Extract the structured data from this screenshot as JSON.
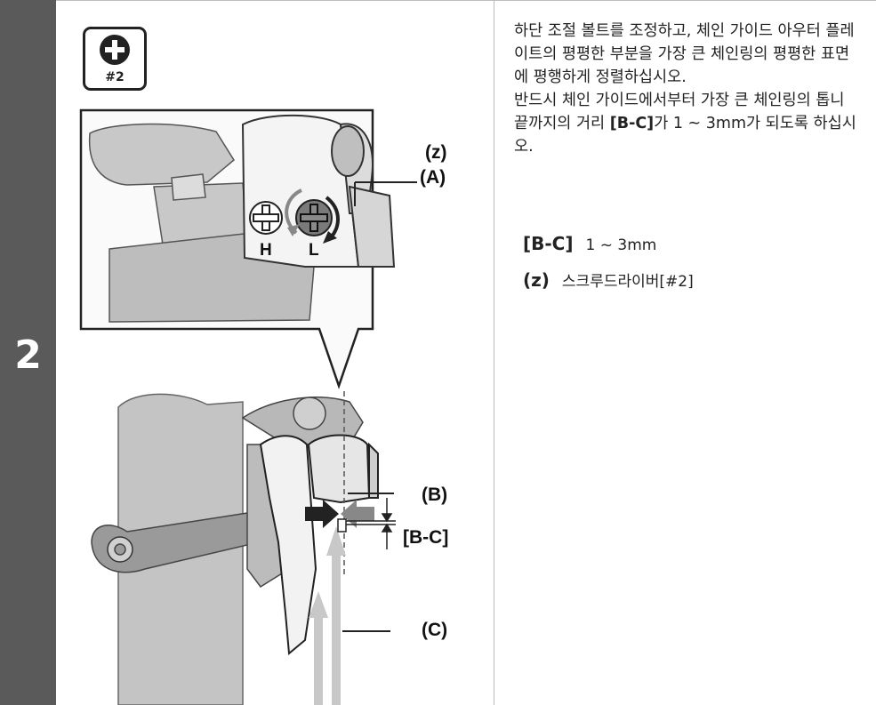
{
  "step": {
    "number": "2"
  },
  "tool": {
    "label": "#2"
  },
  "figure": {
    "adjuster_labels": {
      "high": "H",
      "low": "L"
    },
    "callouts": {
      "z": "(z)",
      "a": "(A)",
      "b": "(B)",
      "bc": "[B-C]",
      "c": "(C)"
    }
  },
  "instructions": {
    "p1": "하단 조절 볼트를 조정하고, 체인 가이드 아우터 플레이트의 평평한 부분을 가장 큰 체인링의 평평한 표면에 평행하게 정렬하십시오.",
    "p2_before": "반드시 체인 가이드에서부터 가장 큰 체인링의 톱니 끝까지의 거리 ",
    "p2_bold": "[B-C]",
    "p2_after": "가 1 ~ 3mm가 되도록 하십시오."
  },
  "legend": [
    {
      "key": "[B-C]",
      "value": "1 ~ 3mm"
    },
    {
      "key": "(z)",
      "value": "스크루드라이버[#2]"
    }
  ]
}
